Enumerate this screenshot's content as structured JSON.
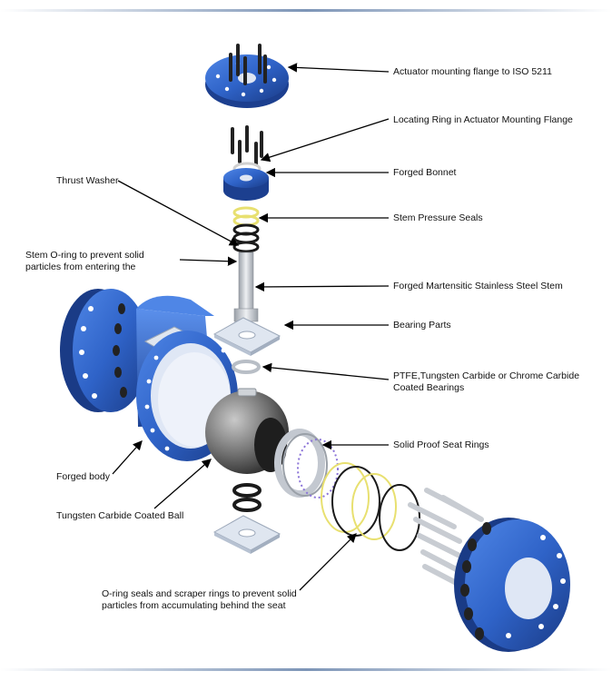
{
  "labels": {
    "actuator_flange": "Actuator mounting flange to ISO 5211",
    "locating_ring": "Locating Ring in Actuator Mounting Flange",
    "forged_bonnet": "Forged Bonnet",
    "thrust_washer": "Thrust Washer",
    "stem_pressure_seals": "Stem Pressure Seals",
    "stem_oring": "Stem O-ring to prevent solid\nparticles from entering the",
    "stem": "Forged Martensitic Stainless Steel Stem",
    "bearing_parts": "Bearing Parts",
    "coated_bearings": "PTFE,Tungsten Carbide or Chrome Carbide\nCoated Bearings",
    "seat_rings": "Solid Proof Seat Rings",
    "forged_body": "Forged  body",
    "ball": "Tungsten Carbide Coated Ball",
    "oring_seals": "O-ring seals and scraper rings to prevent solid\nparticles from accumulating behind the seat"
  },
  "colors": {
    "body_blue": "#2f63c8",
    "body_dark": "#1c3f8f",
    "steel": "#c8ccd2",
    "seal_yellow": "#e8e070",
    "oring_black": "#1a1a1a",
    "ball_gray": "#6a6a6a",
    "frame_line": "#7f97b8"
  }
}
